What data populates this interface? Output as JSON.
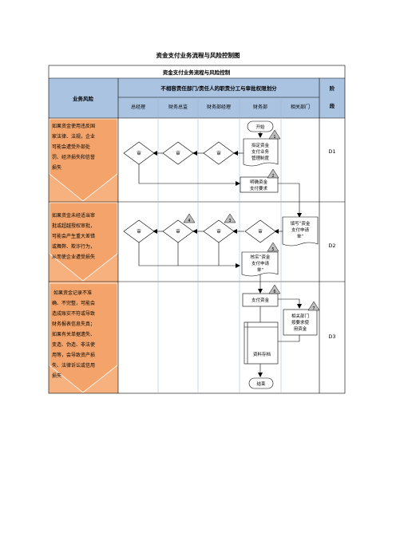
{
  "page_title": "资金支付业务流程与风险控制图",
  "table": {
    "title": "资金支付业务流程与风险控制",
    "risk_header": "业务风险",
    "duty_header": "不相容责任部门/责任人的职责分工与审批权限划分",
    "stage_header_top": "阶",
    "stage_header_bottom": "段",
    "columns": [
      "总经理",
      "财务总监",
      "财务部经理",
      "财务部",
      "相关部门"
    ],
    "stages": [
      "D1",
      "D2",
      "D3"
    ],
    "risks": [
      [
        "如果资金使用违反国",
        "家法律、法规，企业",
        "可能会遭受外部处",
        "罚、经济损失和信誉",
        "损失"
      ],
      [
        "如果资金未经适当审",
        "批或超越授权审批，",
        "可能会产生重大差错",
        "或舞弊、欺诈行为，",
        "从而使企业遭受损失"
      ],
      [
        "如果资金记录不准",
        "确、不完整，可能会",
        "造成账实不符或导致",
        "财务报表信息失真；",
        "如果有关单据遗失、",
        "变造、伪造、非法使",
        "用等，会导致资产损",
        "失、法律诉讼或信用",
        "损失"
      ]
    ]
  },
  "nodes": {
    "start": "开始",
    "approve": "审",
    "draft": [
      "拟定资金",
      "支付业务",
      "管理制度"
    ],
    "clarify": [
      "明确资金",
      "支付要求"
    ],
    "fill": [
      "填写“资金",
      "支付申请",
      "单”"
    ],
    "verify": [
      "核实“资金",
      "支付申请",
      "单”"
    ],
    "pay": "支付资金",
    "receive": [
      "相关部门",
      "按要求使",
      "用资金"
    ],
    "archive": "资料存档",
    "end": "结束"
  },
  "markers": [
    "1",
    "2",
    "3",
    "4",
    "5",
    "6",
    "7"
  ]
}
